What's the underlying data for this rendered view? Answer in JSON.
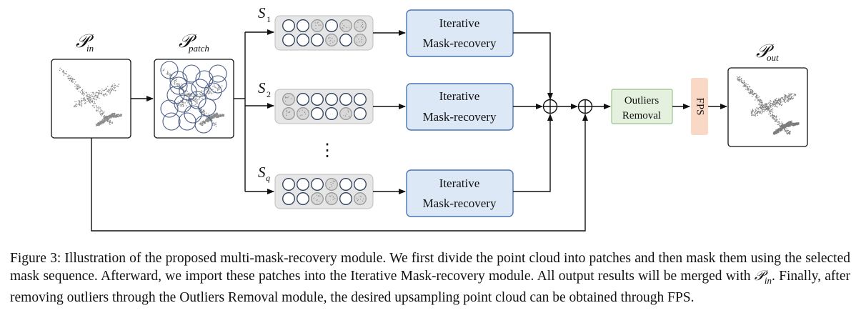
{
  "diagram": {
    "labels": {
      "p_in_main": "𝒫",
      "p_in_sub": "in",
      "p_patch_main": "𝒫",
      "p_patch_sub": "patch",
      "p_out_main": "𝒫",
      "p_out_sub": "out",
      "s1_main": "S",
      "s1_sub": "1",
      "s2_main": "S",
      "s2_sub": "2",
      "sq_main": "S",
      "sq_sub": "q",
      "vdots": "⋮"
    },
    "blocks": [
      {
        "line1": "Iterative",
        "line2": "Mask-recovery"
      },
      {
        "line1": "Iterative",
        "line2": "Mask-recovery"
      },
      {
        "line1": "Iterative",
        "line2": "Mask-recovery"
      }
    ],
    "outliers": {
      "line1": "Outliers",
      "line2": "Removal"
    },
    "fps": "FPS",
    "colors": {
      "block_fill": "#dce8f6",
      "block_stroke": "#4a76b4",
      "outliers_fill": "#e5f1df",
      "outliers_stroke": "#9bc48a",
      "fps_fill": "#f9d8c5",
      "seq_fill": "#e6e6e6",
      "circle_stroke": "#2e3f5c"
    }
  },
  "caption": {
    "text1": "Figure 3: Illustration of the proposed multi-mask-recovery module. We first divide the point cloud into patches and then mask them using the selected mask sequence. Afterward, we import these patches into the Iterative Mask-recovery module. All output results will be merged with ",
    "pin": "𝒫",
    "pin_sub": "in",
    "text2": ". Finally, after removing outliers through the Outliers Removal module, the desired upsampling point cloud can be obtained through FPS."
  }
}
